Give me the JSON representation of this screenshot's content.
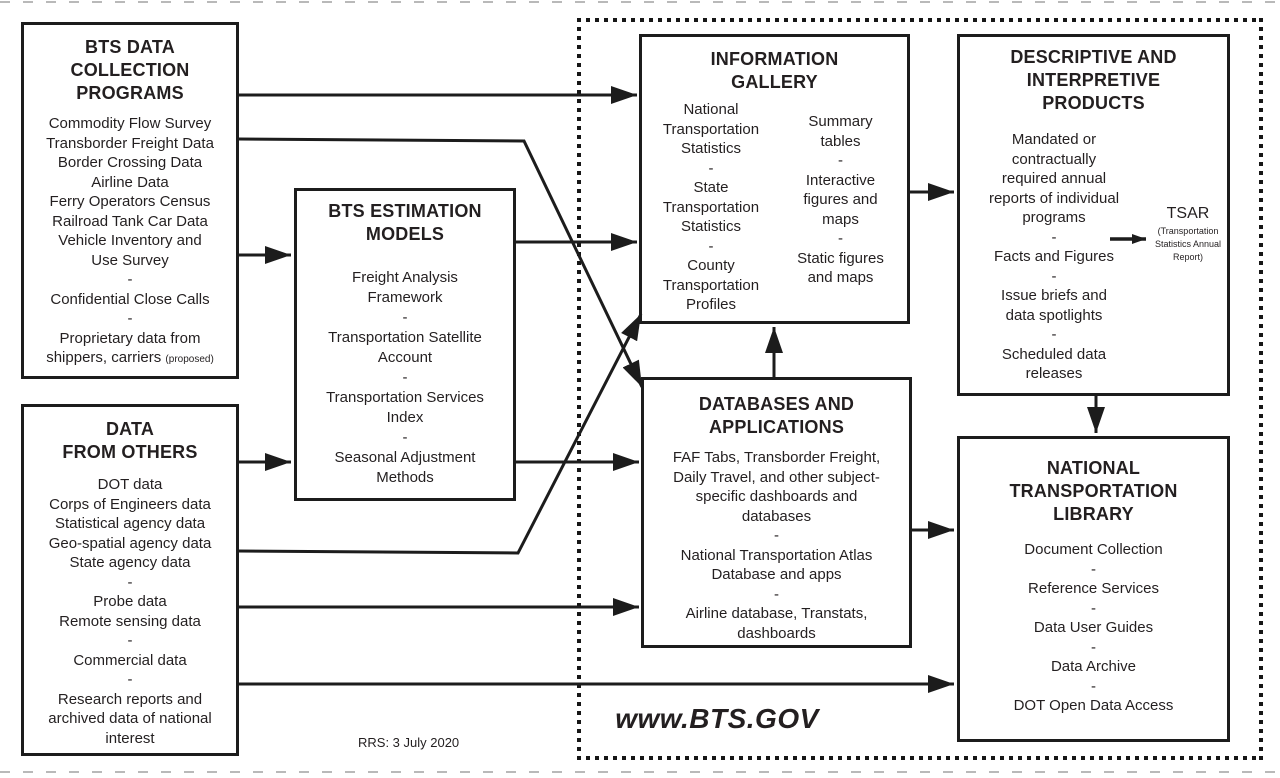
{
  "footer": {
    "website": "www.BTS.GOV",
    "revision_note": "RRS: 3 July 2020"
  },
  "boxes": {
    "collection": {
      "title_lines": [
        "BTS DATA",
        "COLLECTION",
        "PROGRAMS"
      ],
      "lines": [
        "Commodity Flow Survey",
        "Transborder Freight Data",
        "Border Crossing Data",
        "Airline Data",
        "Ferry Operators Census",
        "Railroad Tank Car Data",
        "Vehicle Inventory and",
        "Use Survey",
        "-",
        "Confidential Close Calls",
        "-",
        "Proprietary data from",
        {
          "text": "shippers, carriers",
          "note": "(proposed)"
        }
      ]
    },
    "others": {
      "title_lines": [
        "DATA",
        "FROM OTHERS"
      ],
      "lines": [
        "DOT data",
        "Corps of Engineers data",
        "Statistical agency data",
        "Geo-spatial agency data",
        "State agency data",
        "-",
        "Probe data",
        "Remote sensing data",
        "-",
        "Commercial data",
        "-",
        "Research reports and",
        "archived data of national",
        "interest"
      ]
    },
    "estimation": {
      "title_lines": [
        "BTS ESTIMATION",
        "MODELS"
      ],
      "lines": [
        "Freight Analysis",
        "Framework",
        "-",
        "Transportation Satellite",
        "Account",
        "-",
        "Transportation Services",
        "Index",
        "-",
        "Seasonal Adjustment",
        "Methods"
      ]
    },
    "gallery": {
      "title_lines": [
        "INFORMATION",
        "GALLERY"
      ],
      "left_lines": [
        "National",
        "Transportation",
        "Statistics",
        "-",
        "State",
        "Transportation",
        "Statistics",
        "-",
        "County",
        "Transportation",
        "Profiles"
      ],
      "right_lines": [
        "Summary",
        "tables",
        "-",
        "Interactive",
        "figures and",
        "maps",
        "-",
        "Static figures",
        "and maps"
      ]
    },
    "databases": {
      "title_lines": [
        "DATABASES AND",
        "APPLICATIONS"
      ],
      "lines": [
        "FAF Tabs, Transborder Freight,",
        "Daily Travel, and other subject-",
        "specific dashboards and",
        "databases",
        "-",
        "National Transportation Atlas",
        "Database and apps",
        "-",
        "Airline database, Transtats,",
        "dashboards"
      ]
    },
    "products": {
      "title_lines": [
        "DESCRIPTIVE AND",
        "INTERPRETIVE",
        "PRODUCTS"
      ],
      "lines": [
        "Mandated or",
        "contractually",
        "required annual",
        "reports of individual",
        "programs",
        "-",
        "Facts and Figures",
        "-",
        "Issue briefs and",
        "data spotlights",
        "-",
        "Scheduled data",
        "releases"
      ],
      "tsar": {
        "label": "TSAR",
        "sub": "(Transportation Statistics Annual Report)"
      }
    },
    "library": {
      "title_lines": [
        "NATIONAL",
        "TRANSPORTATION",
        "LIBRARY"
      ],
      "lines": [
        "Document Collection",
        "-",
        "Reference Services",
        "-",
        "Data User Guides",
        "-",
        "Data Archive",
        "-",
        "DOT Open Data Access"
      ]
    }
  }
}
